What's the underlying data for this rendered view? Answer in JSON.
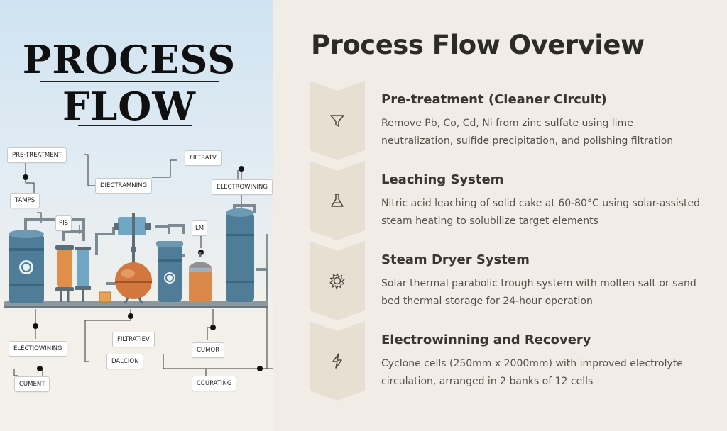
{
  "illustration": {
    "title_line1": "PROCESS",
    "title_line2": "FLOW",
    "labels": {
      "pretreatment": "PRE·TREATMENT",
      "tamps": "TAMPS",
      "pis": "PIS",
      "diectramning": "DIECTRAMNING",
      "filtratv": "FILTRATV",
      "electrowining": "ELECTROWINING",
      "lm": "LM",
      "electiowining": "ELECTIOWINING",
      "filtratiev": "FILTRATIEV",
      "dalcion": "DALCION",
      "cumor": "CUMOR",
      "ccurating": "CCURATING",
      "cument": "CUMENT"
    },
    "colors": {
      "blue": "#4f7d98",
      "orange": "#d98a4a",
      "copper": "#d2773e",
      "pipe": "#8a939a"
    }
  },
  "overview": {
    "heading": "Process Flow Overview",
    "steps": [
      {
        "icon": "funnel-icon",
        "title": "Pre-treatment (Cleaner Circuit)",
        "desc": "Remove Pb, Co, Cd, Ni from zinc sulfate using lime neutralization, sulfide precipitation, and polishing filtration"
      },
      {
        "icon": "flask-icon",
        "title": "Leaching System",
        "desc": "Nitric acid leaching of solid cake at 60-80°C using solar-assisted steam heating to solubilize target elements"
      },
      {
        "icon": "sun-gear-icon",
        "title": "Steam Dryer System",
        "desc": "Solar thermal parabolic trough system with molten salt or sand bed thermal storage for 24-hour operation"
      },
      {
        "icon": "lightning-icon",
        "title": "Electrowinning and Recovery",
        "desc": "Cyclone cells (250mm x 2000mm) with improved electrolyte circulation, arranged in 2 banks of 12 cells"
      }
    ],
    "chevron_color": "#e7e0d2"
  }
}
